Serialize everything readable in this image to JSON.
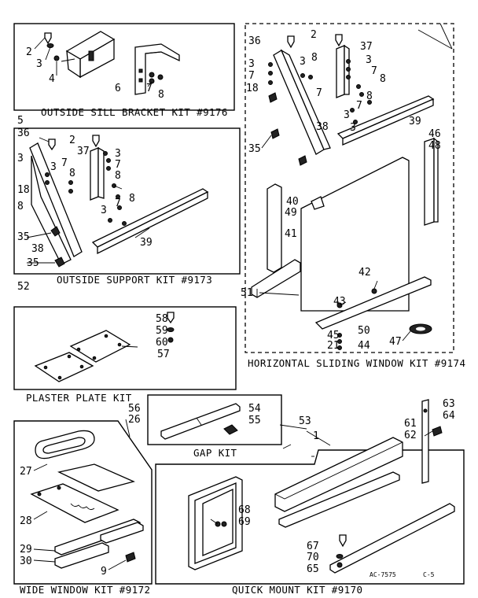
{
  "diagram": {
    "kits": {
      "outside_sill": "OUTSIDE SILL BRACKET KIT #9176",
      "outside_support": "OUTSIDE SUPPORT KIT #9173",
      "horizontal_sliding": "HORIZONTAL SLIDING WINDOW KIT #9174",
      "plaster_plate": "PLASTER PLATE KIT",
      "gap": "GAP KIT",
      "wide_window": "WIDE WINDOW KIT #9172",
      "quick_mount": "QUICK MOUNT KIT #9170"
    },
    "footer": {
      "code": "AC-7575",
      "page": "C-5"
    },
    "callouts": {
      "c2a": "2",
      "c3a": "3",
      "c4a": "4",
      "c5a": "5",
      "c6a": "6",
      "c7a": "7",
      "c8a": "8",
      "c36a": "36",
      "c2b": "2",
      "c37a": "37",
      "c3b": "3",
      "c8b": "8",
      "c3c": "3",
      "c7b": "7",
      "c18a": "18",
      "c7c": "7",
      "c3d": "3",
      "c7d": "7",
      "c8c": "8",
      "c3e": "3",
      "c7e": "7",
      "c8d": "8",
      "c3f": "3",
      "c35a": "35",
      "c38a": "38",
      "c39a": "39",
      "c46a": "46",
      "c48a": "48",
      "c40a": "40",
      "c49a": "49",
      "c41a": "41",
      "c42a": "42",
      "c43a": "43",
      "c51a": "51",
      "c45a": "45",
      "c50a": "50",
      "c21a": "21",
      "c44a": "44",
      "c47a": "47",
      "c36b": "36",
      "c2c": "2",
      "c37b": "37",
      "c3g": "3",
      "c7f": "7",
      "c8e": "8",
      "c3h": "3",
      "c3i": "3",
      "c7g": "7",
      "c8f": "8",
      "c8g": "8",
      "c18b": "18",
      "c3j": "3",
      "c7h": "7",
      "c8h": "8",
      "c35b": "35",
      "c38b": "38",
      "c39b": "39",
      "c35c": "35",
      "c52a": "52",
      "c58a": "58",
      "c59a": "59",
      "c60a": "60",
      "c57a": "57",
      "c56a": "56",
      "c26a": "26",
      "c27a": "27",
      "c28a": "28",
      "c29a": "29",
      "c30a": "30",
      "c9a": "9",
      "c54a": "54",
      "c55a": "55",
      "c53a": "53",
      "c1a": "1",
      "c61a": "61",
      "c62a": "62",
      "c63a": "63",
      "c64a": "64",
      "c68a": "68",
      "c69a": "69",
      "c67a": "67",
      "c70a": "70",
      "c65a": "65"
    }
  }
}
